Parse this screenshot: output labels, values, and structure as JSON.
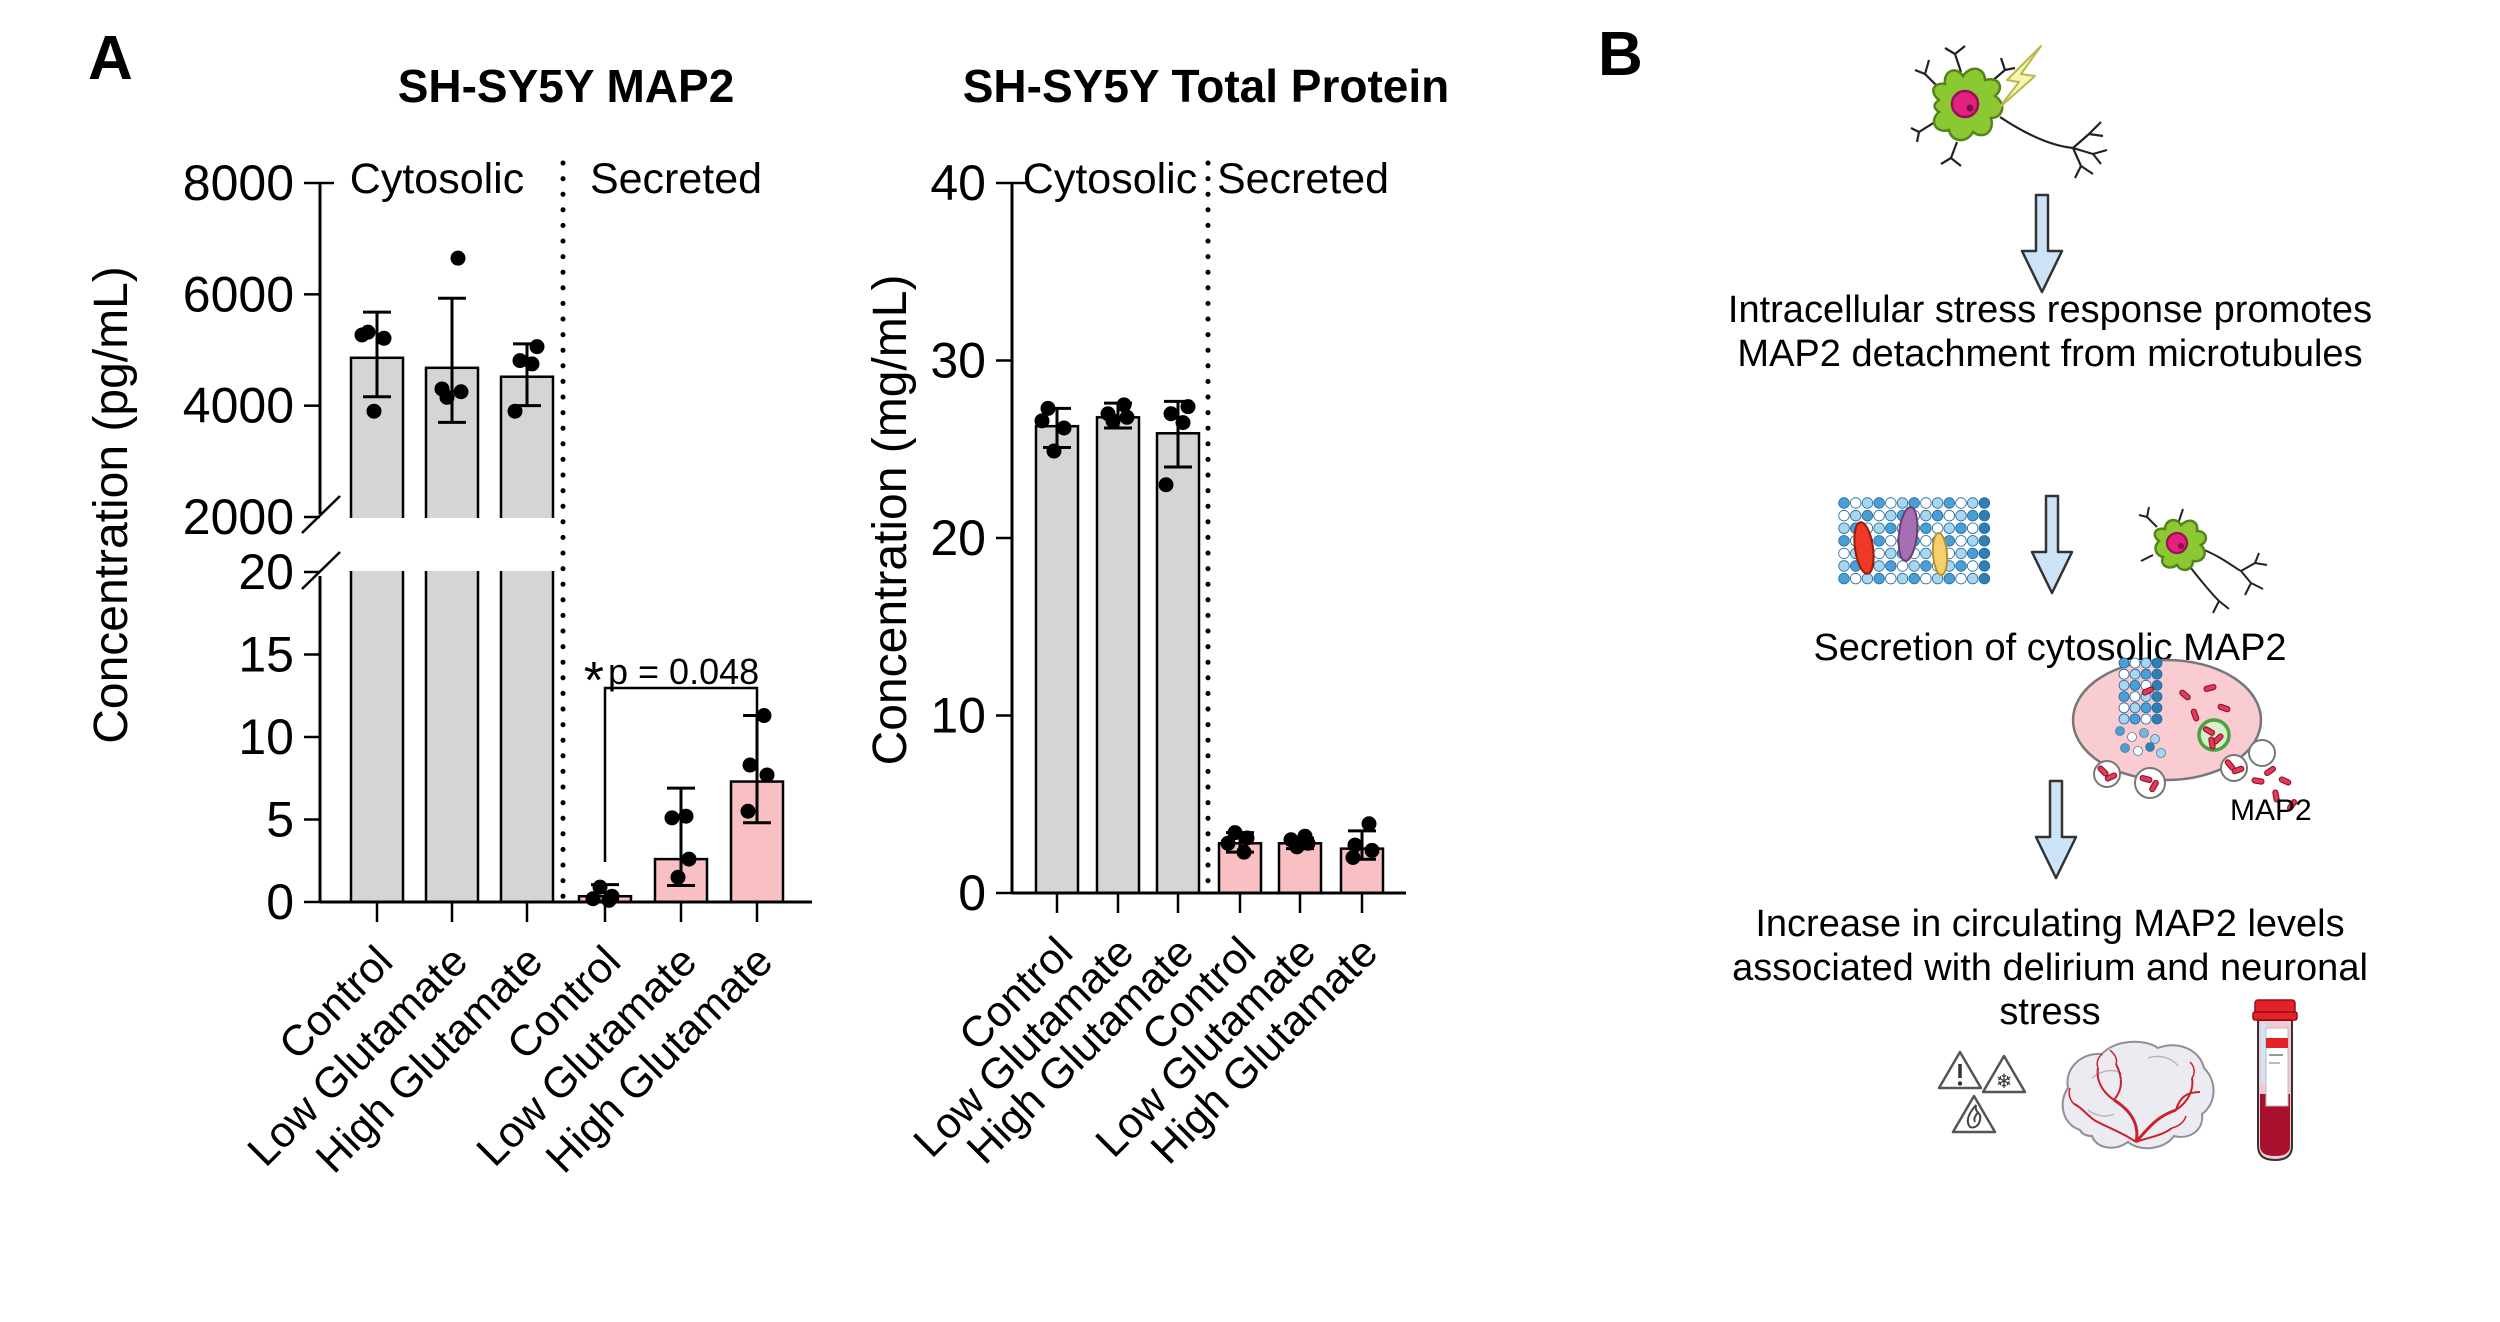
{
  "figure": {
    "panel_a_label": "A",
    "panel_b_label": "B"
  },
  "chart_data": [
    {
      "type": "bar",
      "title": "SH-SY5Y MAP2",
      "ylabel": "Concentration (pg/mL)",
      "section_labels": [
        "Cytosolic",
        "Secreted"
      ],
      "categories": [
        "Control",
        "Low Glutamate",
        "High Glutamate"
      ],
      "axis": {
        "lower_ticks": [
          0,
          5,
          10,
          15,
          20
        ],
        "upper_ticks": [
          2000,
          4000,
          6000,
          8000
        ],
        "break_between": [
          20,
          2000
        ]
      },
      "series": [
        {
          "name": "Cytosolic",
          "fill": "#d5d5d5",
          "values": [
            4860,
            4680,
            4520
          ],
          "err_up": [
            820,
            1250,
            590
          ],
          "err_down": [
            700,
            980,
            520
          ],
          "points": [
            [
              5320,
              5270,
              5210,
              3900
            ],
            [
              6650,
              4300,
              4250,
              4150
            ],
            [
              5060,
              4810,
              4750,
              3900
            ]
          ]
        },
        {
          "name": "Secreted",
          "fill": "#f9c0c4",
          "values": [
            0.35,
            2.6,
            7.3
          ],
          "err_up": [
            0.7,
            4.3,
            4.0
          ],
          "err_down": [
            0.3,
            1.6,
            2.5
          ],
          "points": [
            [
              0.9,
              0.35,
              0.2,
              0.1
            ],
            [
              5.2,
              5.1,
              2.6,
              1.5
            ],
            [
              11.3,
              8.3,
              7.7,
              5.5
            ]
          ]
        }
      ],
      "significance": {
        "star": "*",
        "label": "p = 0.048",
        "between": [
          "Secreted Control",
          "Secreted High Glutamate"
        ]
      }
    },
    {
      "type": "bar",
      "title": "SH-SY5Y Total Protein",
      "ylabel": "Concentration (mg/mL)",
      "section_labels": [
        "Cytosolic",
        "Secreted"
      ],
      "categories": [
        "Control",
        "Low Glutamate",
        "High Glutamate"
      ],
      "axis": {
        "ticks": [
          0,
          10,
          20,
          30,
          40
        ],
        "ylim": [
          0,
          40
        ]
      },
      "series": [
        {
          "name": "Cytosolic",
          "fill": "#d5d5d5",
          "values": [
            26.3,
            26.8,
            25.9
          ],
          "err_up": [
            1.0,
            0.8,
            1.8
          ],
          "err_down": [
            1.2,
            0.6,
            1.9
          ],
          "points": [
            [
              27.3,
              26.6,
              26.2,
              24.9
            ],
            [
              27.5,
              27.0,
              26.8,
              26.6
            ],
            [
              27.4,
              27.0,
              26.5,
              23.0
            ]
          ]
        },
        {
          "name": "Secreted",
          "fill": "#f9c0c4",
          "values": [
            2.8,
            2.8,
            2.5
          ],
          "err_up": [
            0.6,
            0.3,
            1.0
          ],
          "err_down": [
            0.5,
            0.3,
            0.6
          ],
          "points": [
            [
              3.4,
              3.1,
              2.8,
              2.3
            ],
            [
              3.2,
              3.0,
              2.8,
              2.6
            ],
            [
              3.9,
              2.7,
              2.4,
              2.0
            ]
          ]
        }
      ]
    }
  ],
  "panelB": {
    "steps": [
      {
        "lines": [
          "Intracellular stress response promotes",
          "MAP2 detachment from microtubules"
        ]
      },
      {
        "lines": [
          "Secretion of cytosolic MAP2"
        ]
      },
      {
        "lines": [
          "Increase in circulating MAP2 levels",
          "associated with delirium and neuronal",
          "stress"
        ]
      }
    ],
    "map2_label": "MAP2"
  },
  "colors": {
    "bar_gray": "#d5d5d5",
    "bar_pink": "#f9c0c4",
    "arrow_blue": "#cde4f8",
    "neuron_green": "#8bc832",
    "nucleus_magenta": "#e3217f",
    "vessel_red": "#c8232c",
    "axis_black": "#000000"
  }
}
